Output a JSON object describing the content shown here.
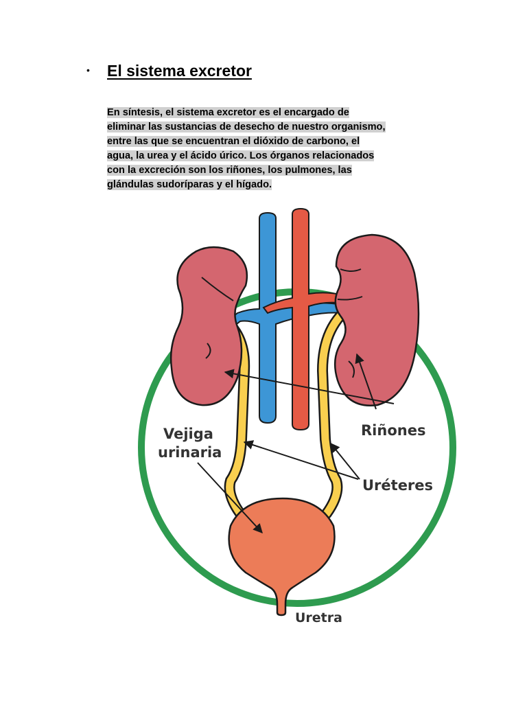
{
  "document": {
    "bullet": "•",
    "title": "El sistema excretor",
    "paragraph_lines": [
      {
        "text": "En síntesis, el sistema excretor es el encargado de",
        "rest": ""
      },
      {
        "text": "eliminar las sustancias de desecho de nuestro organismo,",
        "rest": ""
      },
      {
        "text": "entre las que se encuentran el dióxido de carbono, el",
        "rest": ""
      },
      {
        "text": "agua, la urea y el ácido úrico",
        "rest": ". Los órganos relacionados"
      },
      {
        "text": "con la excreción son los riñones, los pulmones, las",
        "rest": ""
      },
      {
        "text": "glándulas sudoríparas y el hígado.",
        "rest": ""
      }
    ]
  },
  "diagram": {
    "labels": {
      "bladder_line1": "Vejiga",
      "bladder_line2": "urinaria",
      "kidneys": "Riñones",
      "ureters": "Uréteres",
      "urethra": "Uretra"
    },
    "colors": {
      "circle_outline": "#2e9b4f",
      "kidney": "#d4666f",
      "vein": "#3d96d6",
      "artery": "#e55a45",
      "ureter": "#f9cf4f",
      "bladder": "#ec7c58",
      "outline": "#1a1a1a"
    }
  }
}
